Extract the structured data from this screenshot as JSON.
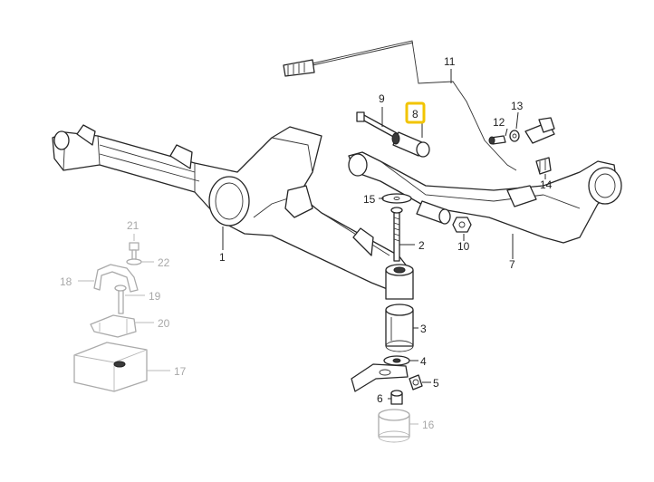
{
  "diagram": {
    "highlight_color": "#f2c400",
    "labels": [
      {
        "id": "1",
        "text": "1",
        "muted": false
      },
      {
        "id": "2",
        "text": "2",
        "muted": false
      },
      {
        "id": "3",
        "text": "3",
        "muted": false
      },
      {
        "id": "4",
        "text": "4",
        "muted": false
      },
      {
        "id": "5",
        "text": "5",
        "muted": false
      },
      {
        "id": "6",
        "text": "6",
        "muted": false
      },
      {
        "id": "7",
        "text": "7",
        "muted": false
      },
      {
        "id": "8",
        "text": "8",
        "muted": false,
        "highlighted": true
      },
      {
        "id": "9",
        "text": "9",
        "muted": false
      },
      {
        "id": "10",
        "text": "10",
        "muted": false
      },
      {
        "id": "11",
        "text": "11",
        "muted": false
      },
      {
        "id": "12",
        "text": "12",
        "muted": false
      },
      {
        "id": "13",
        "text": "13",
        "muted": false
      },
      {
        "id": "14",
        "text": "14",
        "muted": false
      },
      {
        "id": "15",
        "text": "15",
        "muted": false
      },
      {
        "id": "16",
        "text": "16",
        "muted": true
      },
      {
        "id": "17",
        "text": "17",
        "muted": true
      },
      {
        "id": "18",
        "text": "18",
        "muted": true
      },
      {
        "id": "19",
        "text": "19",
        "muted": true
      },
      {
        "id": "20",
        "text": "20",
        "muted": true
      },
      {
        "id": "21",
        "text": "21",
        "muted": true
      },
      {
        "id": "22",
        "text": "22",
        "muted": true
      }
    ]
  }
}
